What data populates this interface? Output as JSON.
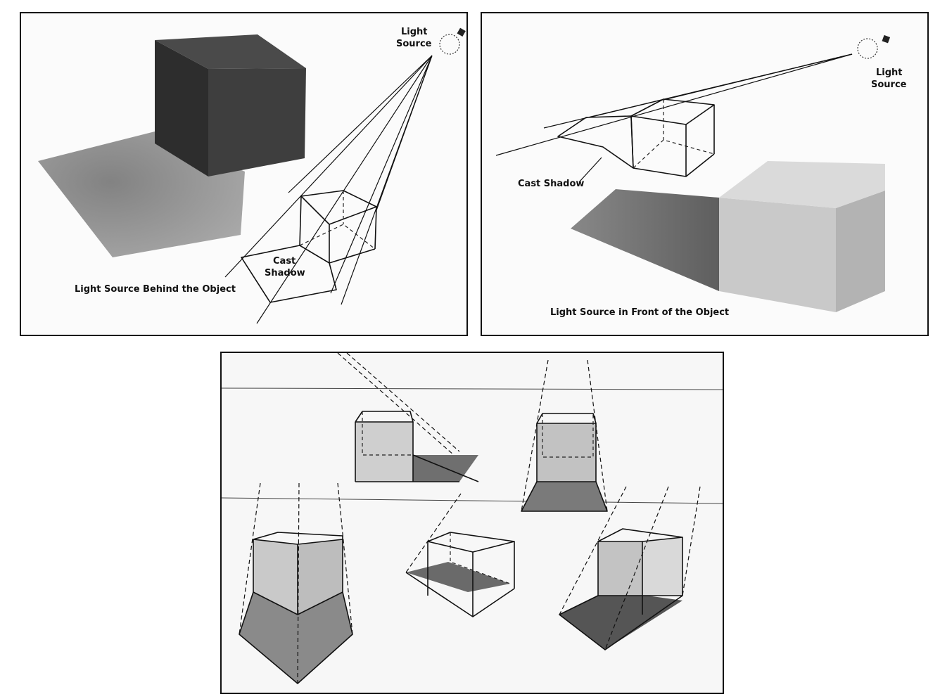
{
  "panel_behind": {
    "light_label_line1": "Light",
    "light_label_line2": "Source",
    "shadow_label_line1": "Cast",
    "shadow_label_line2": "Shadow",
    "caption": "Light Source Behind the Object"
  },
  "panel_front": {
    "light_label_line1": "Light",
    "light_label_line2": "Source",
    "shadow_label": "Cast Shadow",
    "caption": "Light Source in Front of the Object"
  },
  "colors": {
    "ink": "#111111",
    "dark_cube": "#3a3a3a",
    "shadow_gray": "#8a8a8a",
    "light_face": "#d6d6d6"
  }
}
